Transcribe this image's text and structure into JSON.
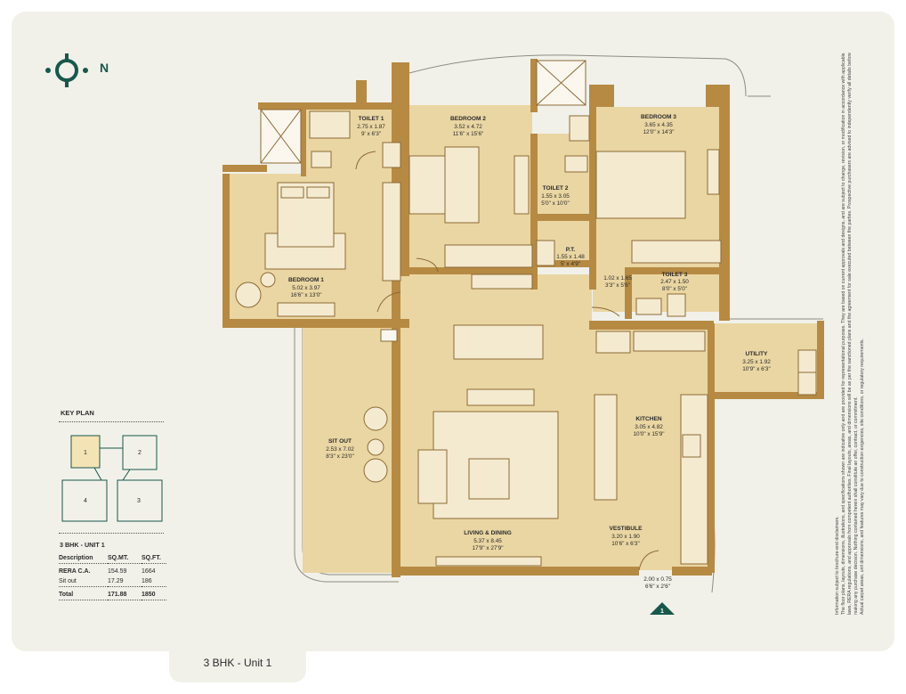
{
  "compass": {
    "north_label": "N"
  },
  "rooms": [
    {
      "id": "toilet-1",
      "title": "TOILET 1",
      "metric": "2.75 x 1.87",
      "imperial": "9' x 6'3\""
    },
    {
      "id": "bedroom-2",
      "title": "BEDROOM 2",
      "metric": "3.52 x 4.72",
      "imperial": "11'6\" x 15'6\""
    },
    {
      "id": "bedroom-3",
      "title": "BEDROOM 3",
      "metric": "3.65 x 4.35",
      "imperial": "12'0\" x 14'3\""
    },
    {
      "id": "toilet-2",
      "title": "TOILET 2",
      "metric": "1.55 x 3.05",
      "imperial": "5'0\" x 10'0\""
    },
    {
      "id": "pt",
      "title": "P.T.",
      "metric": "1.55 x 1.48",
      "imperial": "5' x 4'9\""
    },
    {
      "id": "passage",
      "title": "",
      "metric": "1.02 x 1.65",
      "imperial": "3'3\" x 5'6\""
    },
    {
      "id": "toilet-3",
      "title": "TOILET 3",
      "metric": "2.47 x 1.50",
      "imperial": "8'0\" x 5'0\""
    },
    {
      "id": "bedroom-1",
      "title": "BEDROOM 1",
      "metric": "5.02 x 3.97",
      "imperial": "16'6\" x 13'0\""
    },
    {
      "id": "utility",
      "title": "UTILITY",
      "metric": "3.25 x 1.92",
      "imperial": "10'9\" x 6'3\""
    },
    {
      "id": "kitchen",
      "title": "KITCHEN",
      "metric": "3.05 x 4.82",
      "imperial": "10'0\" x 15'9\""
    },
    {
      "id": "sit-out",
      "title": "SIT OUT",
      "metric": "2.53 x 7.02",
      "imperial": "8'3\" x 23'0\""
    },
    {
      "id": "living-dining",
      "title": "LIVING & DINING",
      "metric": "5.37 x 8.45",
      "imperial": "17'9\" x 27'9\""
    },
    {
      "id": "vestibule",
      "title": "VESTIBULE",
      "metric": "3.20 x 1.90",
      "imperial": "10'6\" x 6'3\""
    },
    {
      "id": "entry",
      "title": "",
      "metric": "2.00 x 0.75",
      "imperial": "6'6\" x 2'6\""
    }
  ],
  "entrance_marker": "1",
  "key_plan": {
    "title": "KEY PLAN",
    "units": [
      "1",
      "2",
      "3",
      "4"
    ]
  },
  "area_table": {
    "heading": "3 BHK - UNIT 1",
    "columns": [
      "Description",
      "SQ.MT.",
      "SQ.FT."
    ],
    "rows": [
      [
        "RERA C.A.",
        "154.59",
        "1664"
      ],
      [
        "Sit out",
        "17.29",
        "186"
      ]
    ],
    "total": [
      "Total",
      "171.88",
      "1850"
    ]
  },
  "tab_label": "3 BHK - Unit 1",
  "disclaimer": [
    "Information subject to brochure-end disclaimers.",
    "The floor plans, layouts, dimensions, illustrations, and specifications shown are indicative only and are provided for representational purposes. They are based on current approvals and designs, and are subject to change, revision, or modification in accordance with applicable laws, RERA regulations, and approvals from competent authorities. Final layouts, areas, and dimensions will be as per the sanctioned plans and the agreement for sale executed between the parties. Prospective purchasers are advised to independently verify all details before making any purchase decision. Nothing contained herein shall constitute an offer, contract, or commitment.",
    "Actual carpet areas, unit dimensions, and features may vary due to construction exigencies, site conditions, or regulatory requirements."
  ],
  "colors": {
    "accent": "#17584a",
    "wall": "#b68a43",
    "room": "#ead6a3",
    "card": "#f1f1ea"
  }
}
